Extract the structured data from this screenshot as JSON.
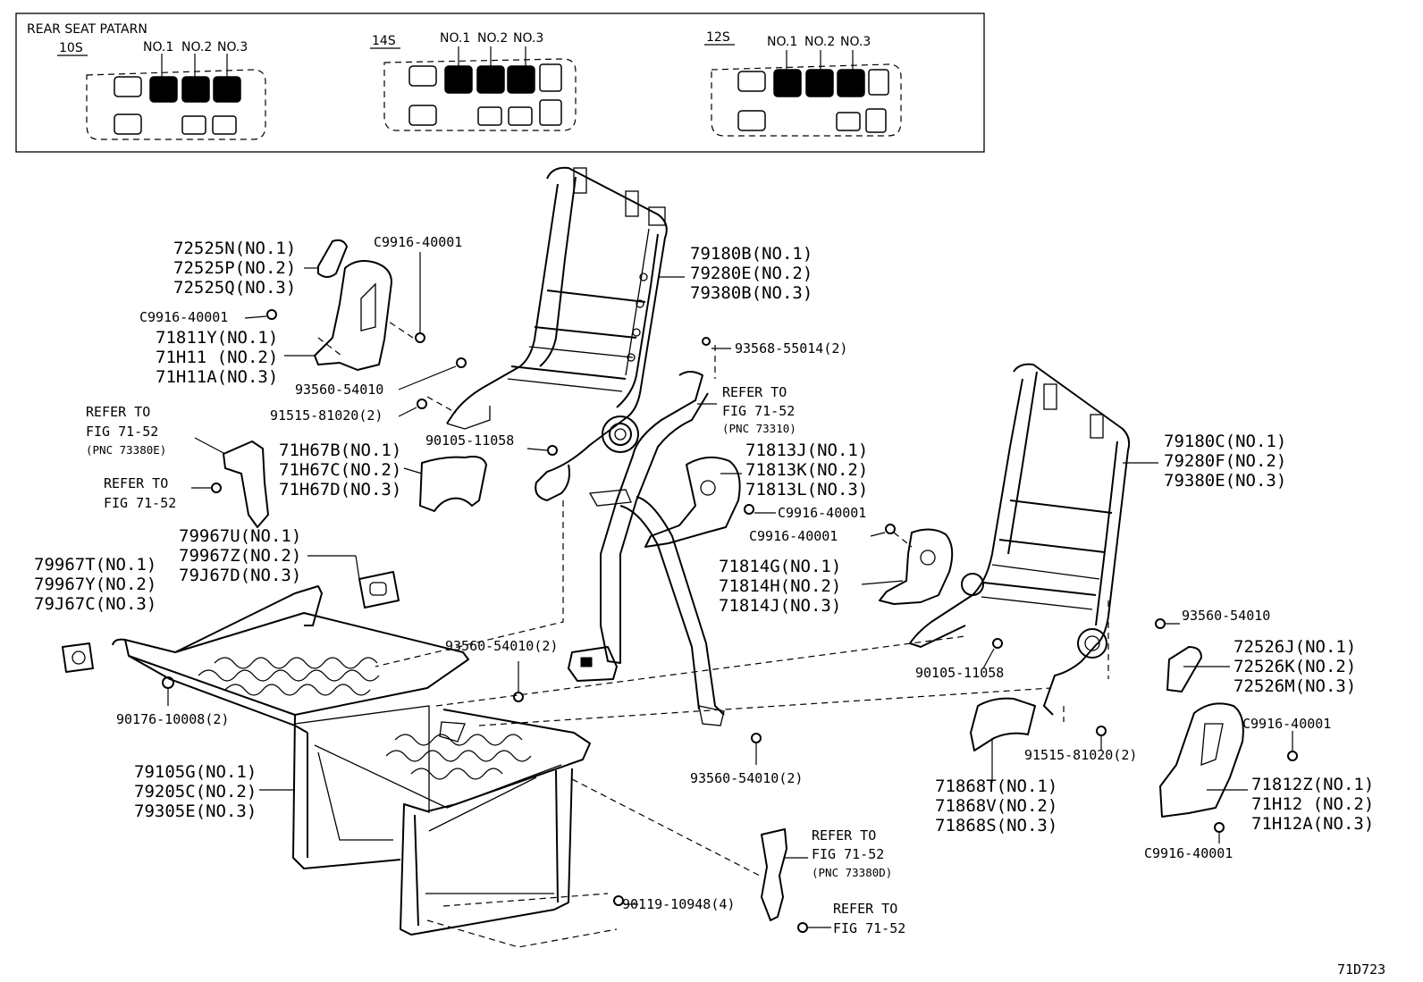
{
  "pattern_box": {
    "title": "REAR SEAT PATARN",
    "groups": [
      {
        "code": "10S",
        "labels": [
          "NO.1",
          "NO.2",
          "NO.3"
        ]
      },
      {
        "code": "14S",
        "labels": [
          "NO.1",
          "NO.2",
          "NO.3"
        ]
      },
      {
        "code": "12S",
        "labels": [
          "NO.1",
          "NO.2",
          "NO.3"
        ]
      }
    ]
  },
  "labels": {
    "p72525": [
      "72525N(NO.1)",
      "72525P(NO.2)",
      "72525Q(NO.3)"
    ],
    "c9916_top": "C9916-40001",
    "c9916_left": "C9916-40001",
    "p71811": [
      "71811Y(NO.1)",
      "71H11 (NO.2)",
      "71H11A(NO.3)"
    ],
    "p93560_a": "93560-54010",
    "p91515_a": "91515-81020(2)",
    "refer1": [
      "REFER TO",
      "FIG 71-52",
      "(PNC 73380E)"
    ],
    "refer2": [
      "REFER TO",
      "FIG 71-52"
    ],
    "p90105_a": "90105-11058",
    "p71h67": [
      "71H67B(NO.1)",
      "71H67C(NO.2)",
      "71H67D(NO.3)"
    ],
    "p79967u": [
      "79967U(NO.1)",
      "79967Z(NO.2)",
      "79J67D(NO.3)"
    ],
    "p79967t": [
      "79967T(NO.1)",
      "79967Y(NO.2)",
      "79J67C(NO.3)"
    ],
    "p93560_b": "93560-54010(2)",
    "p90176": "90176-10008(2)",
    "p79105": [
      "79105G(NO.1)",
      "79205C(NO.2)",
      "79305E(NO.3)"
    ],
    "p79180b": [
      "79180B(NO.1)",
      "79280E(NO.2)",
      "79380B(NO.3)"
    ],
    "p93568": "93568-55014(2)",
    "refer3": [
      "REFER TO",
      "FIG 71-52",
      "(PNC 73310)"
    ],
    "p71813": [
      "71813J(NO.1)",
      "71813K(NO.2)",
      "71813L(NO.3)"
    ],
    "c9916_mid": "C9916-40001",
    "c9916_mid2": "C9916-40001",
    "p71814": [
      "71814G(NO.1)",
      "71814H(NO.2)",
      "71814J(NO.3)"
    ],
    "p79180c": [
      "79180C(NO.1)",
      "79280F(NO.2)",
      "79380E(NO.3)"
    ],
    "p93560_c": "93560-54010",
    "p90105_b": "90105-11058",
    "p72526": [
      "72526J(NO.1)",
      "72526K(NO.2)",
      "72526M(NO.3)"
    ],
    "c9916_r1": "C9916-40001",
    "p91515_b": "91515-81020(2)",
    "p71868": [
      "71868T(NO.1)",
      "71868V(NO.2)",
      "71868S(NO.3)"
    ],
    "p71812": [
      "71812Z(NO.1)",
      "71H12 (NO.2)",
      "71H12A(NO.3)"
    ],
    "c9916_r2": "C9916-40001",
    "p93560_d": "93560-54010(2)",
    "refer4": [
      "REFER TO",
      "FIG 71-52",
      "(PNC 73380D)"
    ],
    "p90119": "90119-10948(4)",
    "refer5": [
      "REFER TO",
      "FIG 71-52"
    ],
    "fig_id": "71D723"
  }
}
